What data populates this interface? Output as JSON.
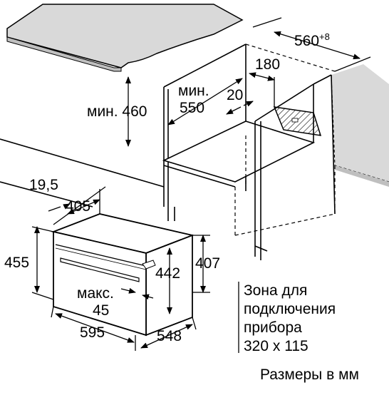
{
  "dimensions": {
    "min_460_label": "мин. 460",
    "min_550_line1": "мин.",
    "min_550_line2": "550",
    "d560": "560",
    "d560_sup": "+8",
    "d180": "180",
    "d20": "20",
    "d19_5": "19,5",
    "d405": "405",
    "d455": "455",
    "d442": "442",
    "d407": "407",
    "max45_line1": "макс.",
    "max45_line2": "45",
    "d595": "595",
    "d548": "548"
  },
  "connection_zone": {
    "line1": "Зона для",
    "line2": "подключения",
    "line3": "прибора",
    "line4": "320 x 115"
  },
  "units_note": "Размеры в мм"
}
